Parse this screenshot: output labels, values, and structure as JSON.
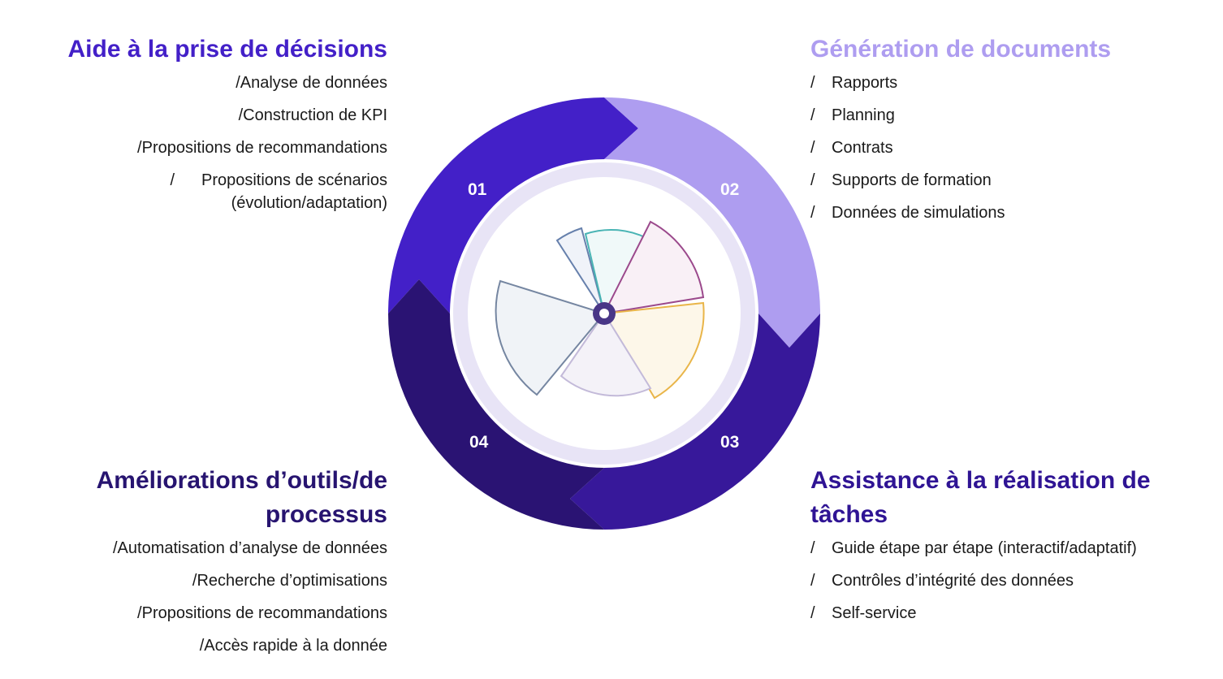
{
  "colors": {
    "q1": "#4320c8",
    "q2": "#ae9df0",
    "q3": "#37189a",
    "q4": "#2a1373",
    "title_q1": "#4320c8",
    "title_q2": "#ae9df0",
    "title_q3": "#2f1494",
    "title_q4": "#271470"
  },
  "quadrants": {
    "q1": {
      "number": "01",
      "title": "Aide à la prise de décisions",
      "items": [
        "Analyse de données",
        "Construction de KPI",
        "Propositions de recommandations",
        "Propositions de scénarios (évolution/adaptation)"
      ]
    },
    "q2": {
      "number": "02",
      "title": "Génération de documents",
      "items": [
        "Rapports",
        "Planning",
        "Contrats",
        "Supports de formation",
        "Données de simulations"
      ]
    },
    "q3": {
      "number": "03",
      "title": "Assistance à la réalisation de tâches",
      "items": [
        "Guide étape par étape (interactif/adaptatif)",
        "Contrôles d’intégrité des données",
        "Self-service"
      ]
    },
    "q4": {
      "number": "04",
      "title": "Améliorations d’outils/de processus",
      "items": [
        "Automatisation d’analyse de données",
        "Recherche d’optimisations",
        "Propositions de recommandations",
        "Accès rapide à la donnée"
      ]
    }
  },
  "slash": "/"
}
